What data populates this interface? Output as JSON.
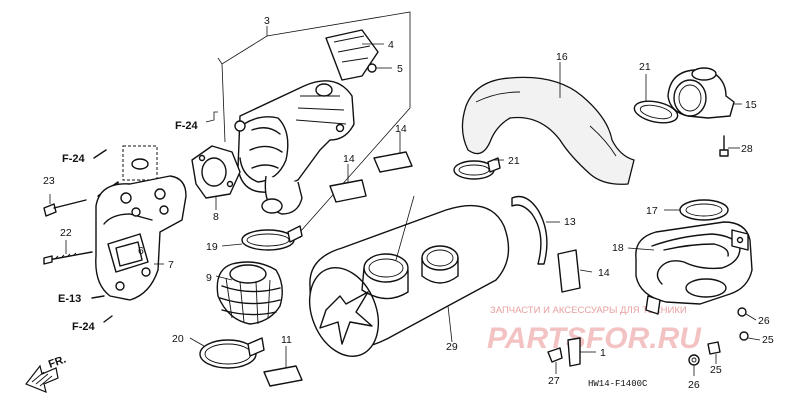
{
  "diagram": {
    "code": "HW14-F1400C",
    "direction_label": "FR.",
    "refs": [
      "F-24",
      "F-24",
      "E-13",
      "F-24"
    ],
    "callouts": [
      "1",
      "3",
      "4",
      "5",
      "6",
      "7",
      "8",
      "9",
      "11",
      "13",
      "14",
      "14",
      "14",
      "15",
      "16",
      "17",
      "18",
      "19",
      "20",
      "21",
      "21",
      "22",
      "23",
      "25",
      "25",
      "26",
      "26",
      "27",
      "28",
      "29"
    ]
  },
  "watermark": {
    "line1": "ЗАПЧАСТИ И АКСЕССУАРЫ ДЛЯ ТЕХНИКИ",
    "line2": "PARTSFOR.RU"
  }
}
